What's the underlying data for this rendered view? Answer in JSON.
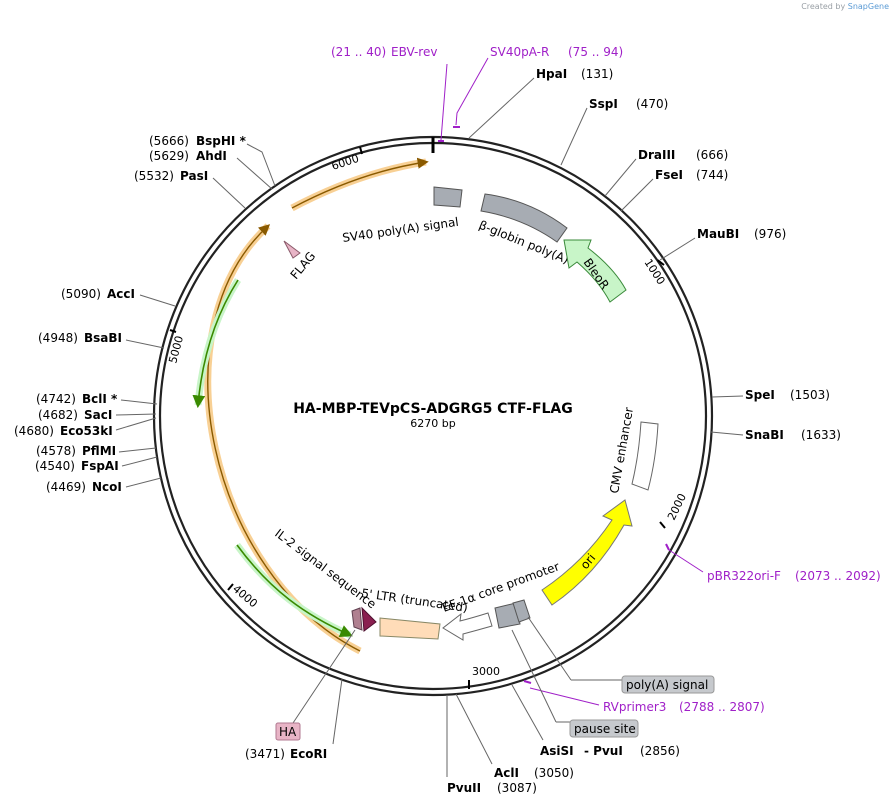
{
  "credit": {
    "prefix": "Created by",
    "brand": "SnapGene"
  },
  "plasmid": {
    "name": "HA-MBP-TEVpCS-ADGRG5 CTF-FLAG",
    "size": "6270 bp"
  },
  "ticks": [
    "1000",
    "2000",
    "3000",
    "4000",
    "5000",
    "6000"
  ],
  "sites": [
    {
      "name": "HpaI",
      "pos": "(131)"
    },
    {
      "name": "SspI",
      "pos": "(470)"
    },
    {
      "name": "DraIII",
      "pos": "(666)"
    },
    {
      "name": "FseI",
      "pos": "(744)"
    },
    {
      "name": "MauBI",
      "pos": "(976)"
    },
    {
      "name": "SpeI",
      "pos": "(1503)"
    },
    {
      "name": "SnaBI",
      "pos": "(1633)"
    },
    {
      "name": "BspHI *",
      "pos": "(5666)"
    },
    {
      "name": "AhdI",
      "pos": "(5629)"
    },
    {
      "name": "PasI",
      "pos": "(5532)"
    },
    {
      "name": "AccI",
      "pos": "(5090)"
    },
    {
      "name": "BsaBI",
      "pos": "(4948)"
    },
    {
      "name": "BclI *",
      "pos": "(4742)"
    },
    {
      "name": "SacI",
      "pos": "(4682)"
    },
    {
      "name": "Eco53kI",
      "pos": "(4680)"
    },
    {
      "name": "PflMI",
      "pos": "(4578)"
    },
    {
      "name": "FspAI",
      "pos": "(4540)"
    },
    {
      "name": "NcoI",
      "pos": "(4469)"
    },
    {
      "name": "EcoRI",
      "pos": "(3471)"
    },
    {
      "name": "PvuII",
      "pos": "(3087)"
    },
    {
      "name": "AclI",
      "pos": "(3050)"
    },
    {
      "name": "AsiSI",
      "pos": ""
    },
    {
      "name": "- PvuI",
      "pos": "(2856)"
    }
  ],
  "primers": [
    {
      "name": "EBV-rev",
      "pos": "(21 .. 40)"
    },
    {
      "name": "SV40pA-R",
      "pos": "(75 .. 94)"
    },
    {
      "name": "pBR322ori-F",
      "pos": "(2073 .. 2092)"
    },
    {
      "name": "RVprimer3",
      "pos": "(2788 .. 2807)"
    }
  ],
  "features": {
    "sv40_polya": "SV40 poly(A) signal",
    "beta_globin": "β-globin poly(A)",
    "bleor": "BleoR",
    "flag": "FLAG",
    "cmv": "CMV enhancer",
    "ori": "ori",
    "ef1a": "EF-1α core promoter",
    "ltr": "5' LTR (truncated)",
    "il2": "IL-2 signal sequence",
    "ha": "HA",
    "polya_signal": "poly(A) signal",
    "pause_site": "pause site"
  },
  "colors": {
    "backbone": "#222222",
    "primer": "#a020c8",
    "orf_glow": "#f5c070",
    "orf_arrow": "#8a5a00",
    "green_arrow": "#3a8a00",
    "bleor_fill": "#c8f5c8",
    "ori_fill": "#ffff00",
    "ltr_fill": "#ffdcb8",
    "grey_feature": "#a7acb3",
    "ha_fill": "#e8b4c6",
    "ha_arrow": "#b08090",
    "il2_arrow": "#8a2050"
  }
}
